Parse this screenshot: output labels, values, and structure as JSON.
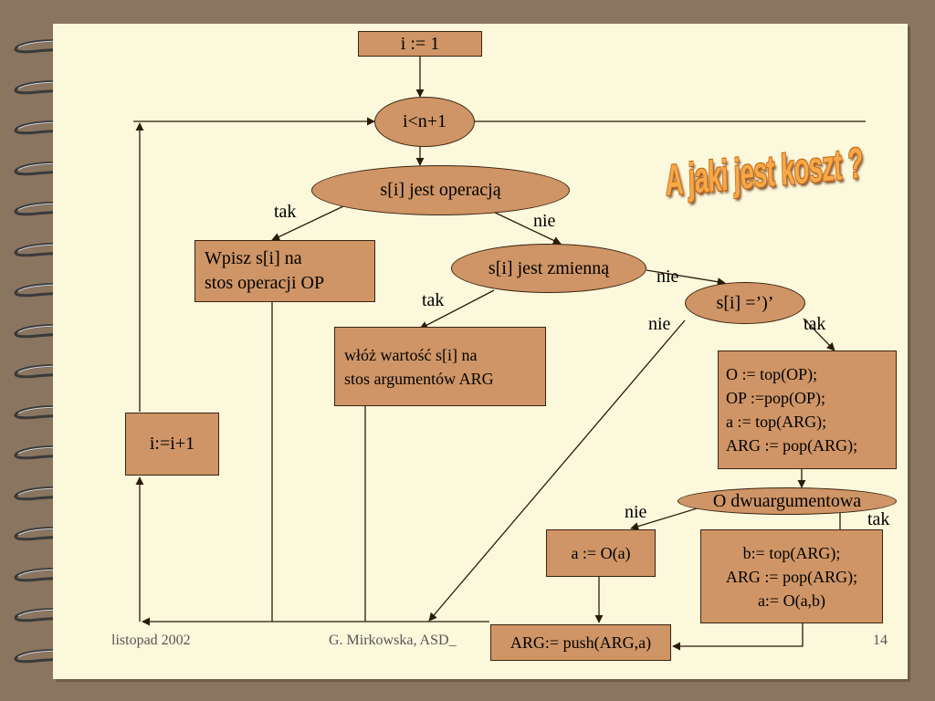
{
  "title": "A jaki jest koszt ?",
  "nodes": {
    "init": "i := 1",
    "cond_loop": "i<n+1",
    "cond_op": "s[i] jest operacją",
    "push_op": [
      "Wpisz s[i]  na",
      "stos operacji OP"
    ],
    "cond_var": "s[i] jest zmienną",
    "push_arg": [
      "włóż wartość s[i] na",
      "stos argumentów ARG"
    ],
    "cond_paren": "s[i] =’)’",
    "pop_block": [
      "O := top(OP);",
      "OP :=pop(OP);",
      "a := top(ARG);",
      "ARG := pop(ARG);"
    ],
    "incr": "i:=i+1",
    "cond_binary": "O dwuargumentowa",
    "unary": "a := O(a)",
    "binary_block": [
      "b:= top(ARG);",
      "ARG := pop(ARG);",
      "a:= O(a,b)"
    ],
    "push_result": "ARG:= push(ARG,a)"
  },
  "edge_labels": {
    "op_yes": "tak",
    "op_no": "nie",
    "var_yes": "tak",
    "var_no": "nie",
    "paren_no": "nie",
    "paren_yes": "tak",
    "bin_no": "nie",
    "bin_yes": "tak"
  },
  "footer": {
    "date": "listopad 2002",
    "author": "G. Mirkowska,   ASD_",
    "page": "14"
  },
  "colors": {
    "box_fill": "#cf9566",
    "slide_bg": "#fbf8dc",
    "frame_bg": "#8a7560",
    "title": "#f6a84a"
  }
}
